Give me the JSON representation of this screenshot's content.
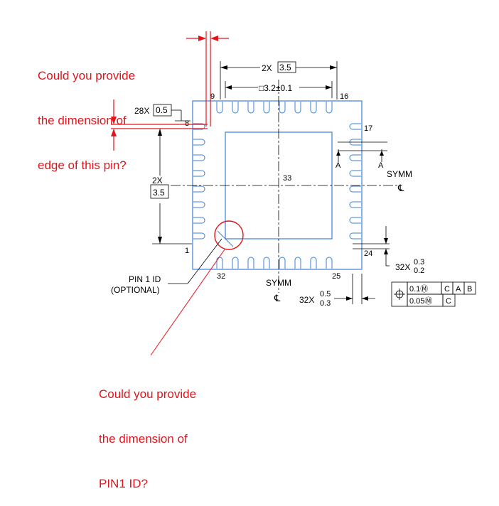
{
  "annotations": {
    "top_question": [
      "Could you provide",
      "the dimension of",
      "edge of this pin?"
    ],
    "bottom_question": [
      "Could you provide",
      "the dimension of",
      "PIN1 ID?"
    ]
  },
  "dims": {
    "top_mult": "2X",
    "top_box": "3.5",
    "inner_square": "□3.2±0.1",
    "left_mult": "2X",
    "left_box": "3.5",
    "pitch_mult": "28X",
    "pitch_box": "0.5",
    "pad_len_mult": "32X",
    "pad_len_top": "0.5",
    "pad_len_bot": "0.3",
    "pad_w_mult": "32X",
    "pad_w_top": "0.3",
    "pad_w_bot": "0.2"
  },
  "pins": {
    "p1": "1",
    "p8": "8",
    "p9": "9",
    "p16": "16",
    "p17": "17",
    "p24": "24",
    "p25": "25",
    "p32": "32",
    "center": "33"
  },
  "labels": {
    "symm_right": "SYMM",
    "symm_bottom": "SYMM",
    "centerline": "℄",
    "section_a1": "A",
    "section_a2": "A",
    "pin1_id_line1": "PIN 1 ID",
    "pin1_id_line2": "(OPTIONAL)"
  },
  "fcf": {
    "row1": [
      "0.1Ⓜ",
      "C",
      "A",
      "B"
    ],
    "row2": [
      "0.05Ⓜ",
      "C"
    ]
  },
  "colors": {
    "outline": "#3d7fd4",
    "dim_line": "#000000",
    "annotation": "#e2141c"
  }
}
